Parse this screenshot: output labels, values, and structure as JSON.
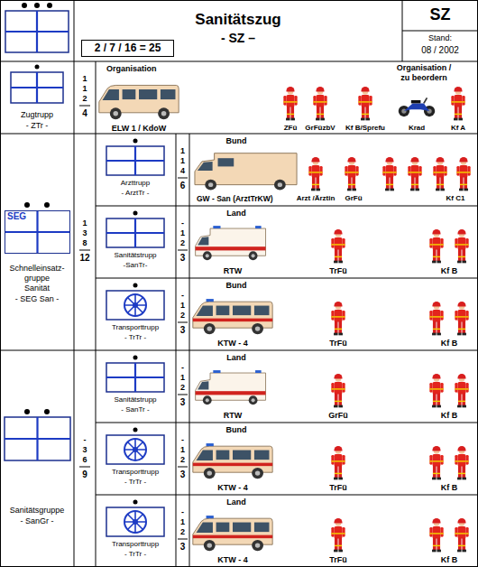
{
  "diagram": {
    "title": "Sanitätszug",
    "nodes": [
      {
        "text": [
          "2 / 7 / 16 = 25"
        ]
      },
      {
        "text": [
          "SEG"
        ]
      }
    ],
    "labels": [
      "- SZ –",
      "SZ",
      "Stand:",
      "08 / 2002",
      "1",
      "1",
      "2",
      "4",
      "Zugtrupp",
      "- ZTr -",
      "Organisation",
      "Organisation / zu beordern",
      "ELW 1 / KdoW",
      "ZFü",
      "GrFüzbV",
      "Kf B/Sprefu",
      "Krad",
      "Kf A",
      "1",
      "3",
      "8",
      "12",
      "Schnelleinsatz-",
      "gruppe",
      "Sanität",
      "- SEG San -",
      "1",
      "1",
      "4",
      "6",
      "Arzttrupp",
      "- ArztTr -",
      "Bund",
      "GW - San (ArztTrKW)",
      "Arzt /Ärztin",
      "GrFü",
      "Kf C1",
      "-",
      "1",
      "2",
      "3",
      "Sanitätstrupp",
      "-SanTr-",
      "Land",
      "RTW",
      "TrFü",
      "Kf B",
      "-",
      "1",
      "2",
      "3",
      "Transporttrupp",
      "- TrTr -",
      "Bund",
      "KTW - 4",
      "TrFü",
      "Kf B",
      "-",
      "3",
      "6",
      "9",
      "Sanitätsgruppe",
      "- SanGr -",
      "-",
      "1",
      "2",
      "3",
      "Sanitätstrupp",
      "- SanTr -",
      "Land",
      "RTW",
      "GrFü",
      "Kf B",
      "-",
      "1",
      "2",
      "3",
      "Transporttrupp",
      "- TrTr -",
      "Bund",
      "KTW - 4",
      "TrFü",
      "Kf B",
      "-",
      "1",
      "2",
      "3",
      "Transporttrupp",
      "- TrTr -",
      "Land",
      "KTW - 4",
      "TrFü",
      "Kf B"
    ]
  }
}
